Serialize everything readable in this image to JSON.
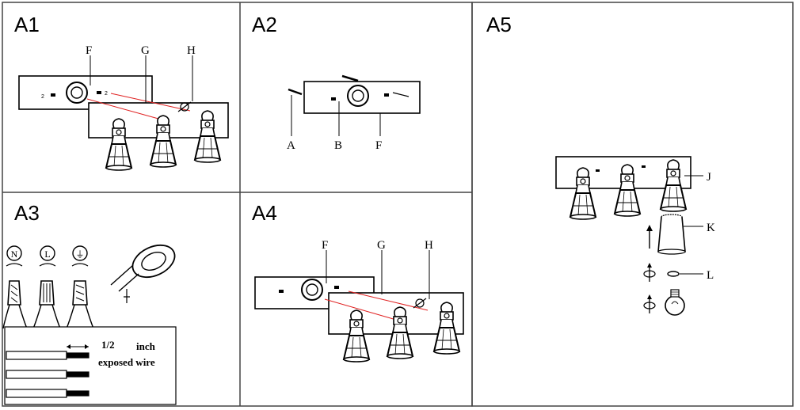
{
  "panels": {
    "a1": {
      "title": "A1",
      "labels": {
        "f": "F",
        "g": "G",
        "h": "H"
      }
    },
    "a2": {
      "title": "A2",
      "labels": {
        "a": "A",
        "b": "B",
        "f": "F"
      }
    },
    "a3": {
      "title": "A3",
      "symbols": {
        "neutral": "N",
        "live": "L",
        "ground": "⏚"
      },
      "measure": "1/2",
      "note_line1": "inch",
      "note_line2": "exposed wire"
    },
    "a4": {
      "title": "A4",
      "labels": {
        "f": "F",
        "g": "G",
        "h": "H"
      }
    },
    "a5": {
      "title": "A5",
      "labels": {
        "j": "J",
        "k": "K",
        "l": "L"
      }
    }
  },
  "colors": {
    "line": "#000000",
    "accent": "#e02020",
    "frame": "#444444"
  }
}
